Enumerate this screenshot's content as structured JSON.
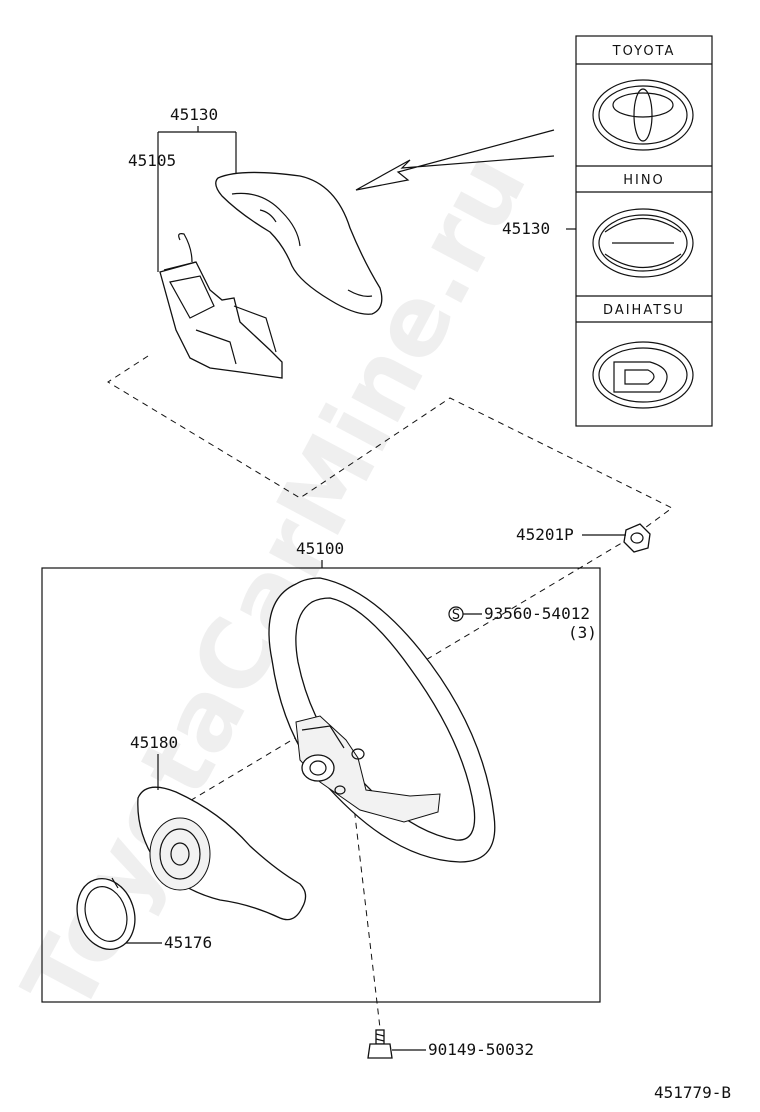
{
  "watermark": "ToyotaCarMine.ru",
  "brands": [
    {
      "name": "TOYOTA",
      "icon": "toyota-emblem-icon"
    },
    {
      "name": "HINO",
      "icon": "hino-emblem-icon"
    },
    {
      "name": "DAIHATSU",
      "icon": "daihatsu-emblem-icon"
    }
  ],
  "labels": {
    "pad_top": "45130",
    "airbag_module": "45105",
    "emblem_pad": "45130",
    "nut": "45201P",
    "wheel_assy": "45100",
    "screw": "93560-54012",
    "screw_qty": "(3)",
    "cover": "45180",
    "spiral": "45176",
    "bolt": "90149-50032"
  },
  "diagram_id": "451779-B"
}
